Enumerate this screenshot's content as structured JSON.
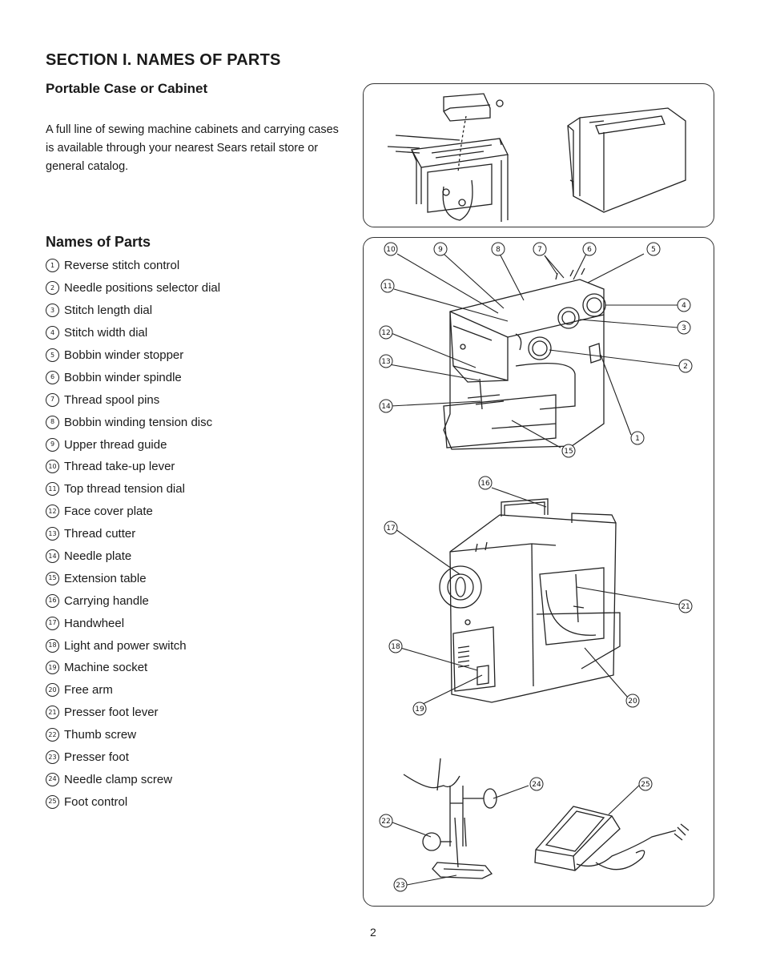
{
  "section_title": "SECTION I. NAMES OF PARTS",
  "case_heading": "Portable Case or Cabinet",
  "intro_text": "A full line of sewing machine cabinets and carrying cases is available through your nearest Sears retail store or general catalog.",
  "names_heading": "Names of Parts",
  "parts": [
    {
      "num": "1",
      "label": "Reverse stitch control"
    },
    {
      "num": "2",
      "label": "Needle positions selector dial"
    },
    {
      "num": "3",
      "label": "Stitch length dial"
    },
    {
      "num": "4",
      "label": "Stitch width dial"
    },
    {
      "num": "5",
      "label": "Bobbin winder stopper"
    },
    {
      "num": "6",
      "label": "Bobbin winder spindle"
    },
    {
      "num": "7",
      "label": "Thread spool pins"
    },
    {
      "num": "8",
      "label": "Bobbin winding tension disc"
    },
    {
      "num": "9",
      "label": "Upper thread guide"
    },
    {
      "num": "10",
      "label": "Thread take-up lever"
    },
    {
      "num": "11",
      "label": "Top thread tension dial"
    },
    {
      "num": "12",
      "label": "Face cover plate"
    },
    {
      "num": "13",
      "label": "Thread cutter"
    },
    {
      "num": "14",
      "label": "Needle plate"
    },
    {
      "num": "15",
      "label": "Extension table"
    },
    {
      "num": "16",
      "label": "Carrying handle"
    },
    {
      "num": "17",
      "label": "Handwheel"
    },
    {
      "num": "18",
      "label": "Light and power switch"
    },
    {
      "num": "19",
      "label": "Machine socket"
    },
    {
      "num": "20",
      "label": "Free arm"
    },
    {
      "num": "21",
      "label": "Presser foot lever"
    },
    {
      "num": "22",
      "label": "Thumb screw"
    },
    {
      "num": "23",
      "label": "Presser foot"
    },
    {
      "num": "24",
      "label": "Needle clamp screw"
    },
    {
      "num": "25",
      "label": "Foot control"
    }
  ],
  "page_number": "2"
}
